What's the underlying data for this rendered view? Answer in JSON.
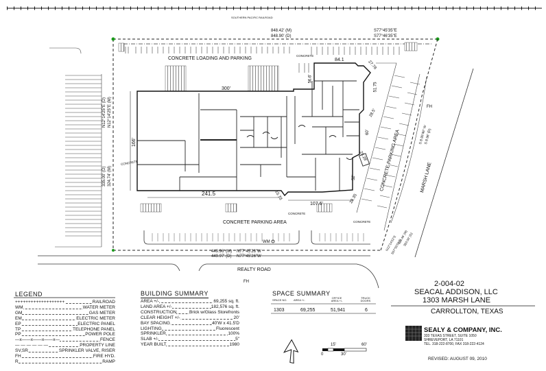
{
  "plan_labels": {
    "railroad": "SOUTHERN PACIFIC RAILROAD",
    "top_dim_m": "848.42' (M)",
    "top_dim_d": "848.90' (D)",
    "top_bearing_1": "S77°45'35\"E",
    "top_bearing_2": "S77°46'35\"E",
    "loading": "CONCRETE LOADING AND PARKING",
    "concrete_top": "CONCRETE",
    "dim_300": "300'",
    "dim_841": "84.1",
    "dim_566": "56.6'",
    "dim_2778": "27.78",
    "dim_5175": "51.75",
    "dim_285": "28.5'",
    "dim_60": "60'",
    "dim_166": "166'",
    "dim_2415": "241.5",
    "dim_1076": "107.6'",
    "dim_1573": "15.73",
    "dim_2835": "28.35",
    "dim_2928": "29.28'",
    "dim_52": "52'",
    "concrete_left": "CONCRETE",
    "left_bearing_1": "N12°14'25\"E (D)",
    "left_bearing_2": "N12°14'25\"E (M)",
    "left_dim_1": "335.00' (D)",
    "left_dim_2": "324.74' (M)",
    "concrete_parking_area_right": "CONCRETE PARKING AREA",
    "marsh_lane": "MARSH LANE",
    "fh_right": "FH",
    "concrete_parking_area": "CONCRETE PARKING AREA",
    "concrete_right": "CONCRETE",
    "concrete_bottom": "CONCRETE",
    "wm": "WM",
    "bot_dim_m": "449.96' (M)",
    "bot_dim_d": "449.97' (D)",
    "bot_bearing_1": "N77°45'26\"W",
    "bot_bearing_2": "N77°45'26\"W",
    "realty_road": "REALTY ROAD",
    "fh_bottom": "FH",
    "right_bearing_1": "N12°14'02\"E",
    "right_bearing_2": "S57°55'51\"E",
    "right_dim_1": "383.46' (M)",
    "right_dim_2": "383.50' (D)",
    "marsh_dim_1": "S 8.95'46\" W",
    "marsh_dim_2": "S 8.96' (D)"
  },
  "legend": {
    "title": "LEGEND",
    "items": [
      {
        "sym": "+++++++++++++++++++",
        "label": "RAILROAD"
      },
      {
        "sym": "WM",
        "label": "WATER METER"
      },
      {
        "sym": "GM",
        "label": "GAS METER"
      },
      {
        "sym": "EM",
        "label": "ELECTRIC METER"
      },
      {
        "sym": "EP",
        "label": "ELECTRIC PANEL"
      },
      {
        "sym": "TP",
        "label": "TELEPHONE PANEL"
      },
      {
        "sym": "PP",
        "label": "POWER POLE"
      },
      {
        "sym": "—x——x——x——x—",
        "label": "FENCE"
      },
      {
        "sym": "— — — — — —",
        "label": "PROPERTY LINE"
      },
      {
        "sym": "SV,SR",
        "label": "SPRINKLER VALVE, RISER"
      },
      {
        "sym": "FH",
        "label": "FIRE HYD."
      },
      {
        "sym": "R",
        "label": "RAMP"
      }
    ]
  },
  "building_summary": {
    "title": "BUILDING SUMMARY",
    "items": [
      {
        "k": "AREA +/-",
        "v": "69,255 sq. ft."
      },
      {
        "k": "LAND AREA +/-",
        "v": "182,576 sq. ft."
      },
      {
        "k": "CONSTRUCTION",
        "v": "Brick w/Glass Storefronts"
      },
      {
        "k": "CLEAR HEIGHT +/-",
        "v": "20'"
      },
      {
        "k": "BAY SPACING",
        "v": "40'W x 41.5'D"
      },
      {
        "k": "LIGHTING",
        "v": "Fluorescent"
      },
      {
        "k": "SPRINKLER",
        "v": "100%"
      },
      {
        "k": "SLAB +/-",
        "v": "5\""
      },
      {
        "k": "YEAR BUILT",
        "v": "1980"
      }
    ]
  },
  "space_summary": {
    "title": "SPACE SUMMARY",
    "headers": [
      "SPACE NO.",
      "AREA +/-",
      "OFFICE AREA +/-",
      "TRUCK DOORS"
    ],
    "rows": [
      [
        "1303",
        "69,255",
        "51,941",
        "6"
      ]
    ]
  },
  "title_block": {
    "number": "2-004-02",
    "owner": "SEACAL ADDISON, LLC",
    "address": "1303 MARSH LANE",
    "city": "CARROLLTON, TEXAS",
    "company": "SEALY & COMPANY, INC.",
    "street": "333 TEXAS STREET, SUITE 1050",
    "city2": "SHREVEPORT, LA 71101",
    "phone": "TEL. 318-222-8700, FAX 318-222-4124",
    "revised": "REVISED: AUGUST 09, 2010"
  },
  "scale": {
    "s0": "0",
    "s15": "15'",
    "s30": "30'",
    "s60": "60'"
  }
}
